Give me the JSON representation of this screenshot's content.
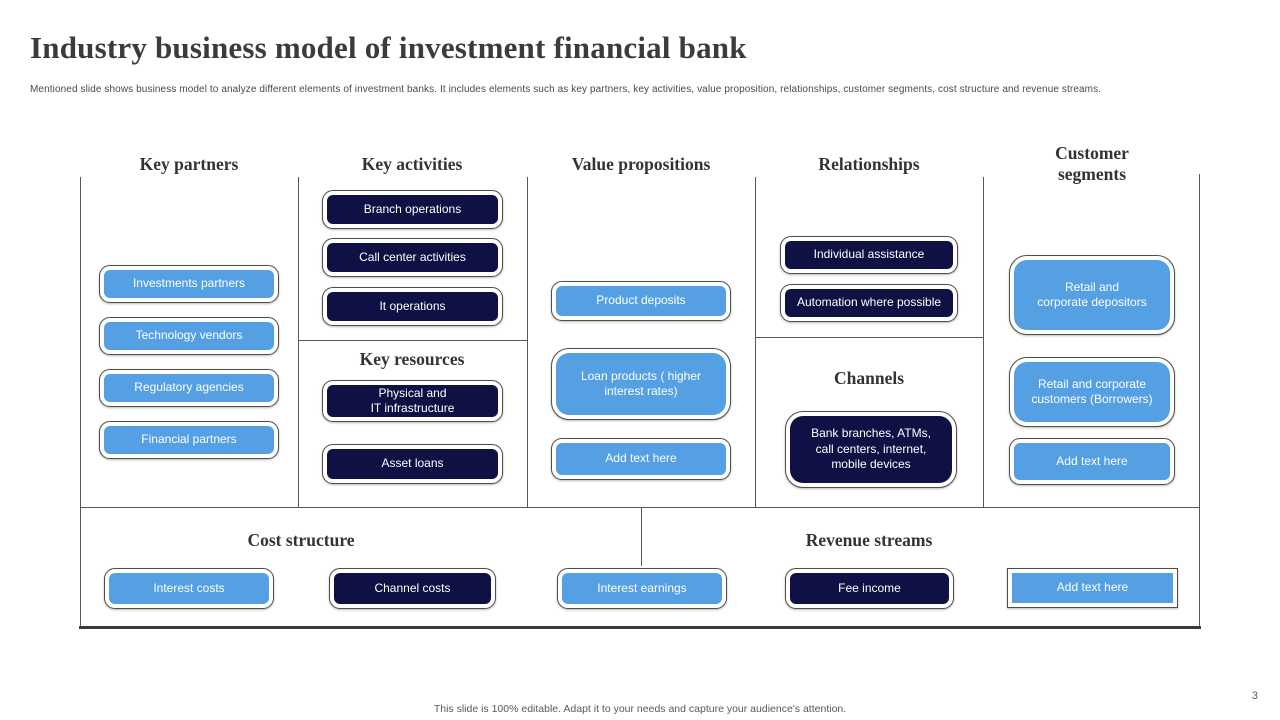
{
  "title": "Industry business model of investment financial bank",
  "subtitle": "Mentioned slide shows business model to analyze different elements of investment banks. It includes elements such as key partners, key activities, value proposition, relationships, customer segments, cost structure and revenue streams.",
  "footer": "This slide is 100% editable. Adapt it to your needs and capture your audience's attention.",
  "page_number": "3",
  "colors": {
    "accent_blue": "#55A0E3",
    "accent_navy": "#0F1145",
    "line_gray": "#595959",
    "title_gray": "#3B3B3B"
  },
  "sections": {
    "key_partners": {
      "header": "Key partners",
      "items": [
        "Investments partners",
        "Technology vendors",
        "Regulatory agencies",
        "Financial partners"
      ]
    },
    "key_activities": {
      "header": "Key activities",
      "items": [
        "Branch operations",
        "Call center activities",
        "It operations"
      ]
    },
    "key_resources": {
      "header": "Key resources",
      "items": [
        "Physical and\nIT infrastructure",
        "Asset loans"
      ]
    },
    "value_propositions": {
      "header": "Value propositions",
      "items": [
        "Product deposits",
        "Loan products ( higher\ninterest rates)",
        "Add text here"
      ]
    },
    "relationships": {
      "header": "Relationships",
      "items": [
        "Individual assistance",
        "Automation where possible"
      ]
    },
    "channels": {
      "header": "Channels",
      "items": [
        "Bank branches, ATMs,\ncall centers, internet,\nmobile devices"
      ]
    },
    "customer_segments": {
      "header": "Customer segments",
      "items": [
        "Retail and\ncorporate depositors",
        "Retail and corporate\ncustomers (Borrowers)",
        "Add text here"
      ]
    },
    "cost_structure": {
      "header": "Cost structure",
      "items": [
        "Interest costs",
        "Channel costs"
      ]
    },
    "revenue_streams": {
      "header": "Revenue streams",
      "items": [
        "Interest earnings",
        "Fee income",
        "Add text here"
      ]
    }
  }
}
